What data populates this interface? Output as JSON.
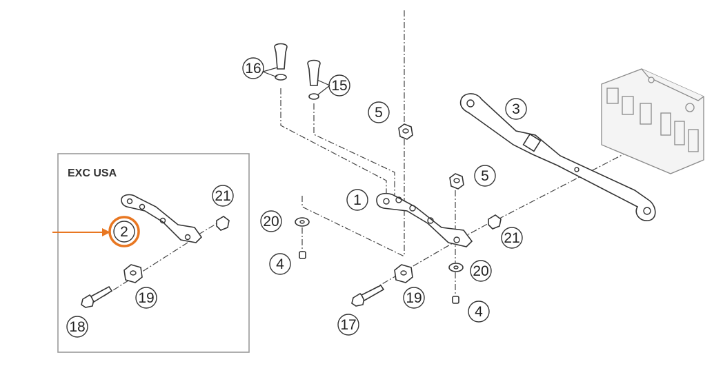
{
  "inset": {
    "title": "EXC USA"
  },
  "callouts": [
    {
      "id": "c1",
      "label": "1"
    },
    {
      "id": "c2",
      "label": "2"
    },
    {
      "id": "c3",
      "label": "3"
    },
    {
      "id": "c4a",
      "label": "4"
    },
    {
      "id": "c4b",
      "label": "4"
    },
    {
      "id": "c5a",
      "label": "5"
    },
    {
      "id": "c5b",
      "label": "5"
    },
    {
      "id": "c15",
      "label": "15"
    },
    {
      "id": "c16",
      "label": "16"
    },
    {
      "id": "c17",
      "label": "17"
    },
    {
      "id": "c18",
      "label": "18"
    },
    {
      "id": "c19a",
      "label": "19"
    },
    {
      "id": "c19b",
      "label": "19"
    },
    {
      "id": "c20a",
      "label": "20"
    },
    {
      "id": "c20b",
      "label": "20"
    },
    {
      "id": "c21a",
      "label": "21"
    },
    {
      "id": "c21b",
      "label": "21"
    }
  ],
  "colors": {
    "highlight": "#e87722",
    "line": "#333333",
    "frame": "#9a9a9a",
    "frame_part": "#8a8a8a"
  }
}
